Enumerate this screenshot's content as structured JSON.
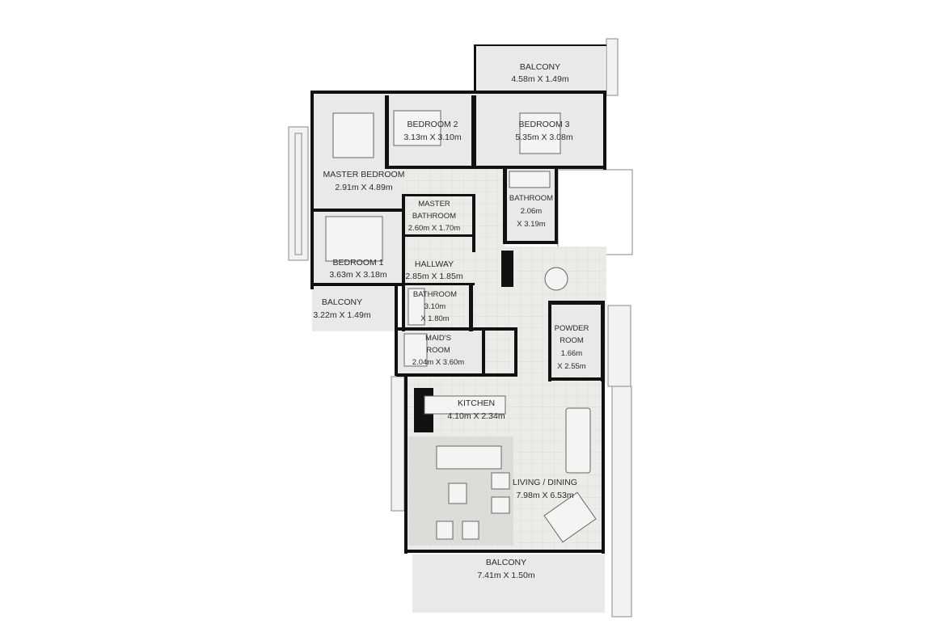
{
  "floor_plan": {
    "rooms": [
      {
        "id": "balcony-top",
        "name": "BALCONY",
        "size": "4.58m X 1.49m"
      },
      {
        "id": "bedroom-2",
        "name": "BEDROOM 2",
        "size": "3.13m X 3.10m"
      },
      {
        "id": "bedroom-3",
        "name": "BEDROOM 3",
        "size": "5.35m X 3.08m"
      },
      {
        "id": "master-bedroom",
        "name": "MASTER BEDROOM",
        "size": "2.91m X 4.89m"
      },
      {
        "id": "master-bathroom",
        "name": "MASTER",
        "name2": "BATHROOM",
        "size": "2.60m X 1.70m"
      },
      {
        "id": "bathroom-right",
        "name": "BATHROOM",
        "size": "2.06m",
        "size2": "X 3.19m"
      },
      {
        "id": "bedroom-1",
        "name": "BEDROOM 1",
        "size": "3.63m X 3.18m"
      },
      {
        "id": "hallway",
        "name": "HALLWAY",
        "size": "2.85m X 1.85m"
      },
      {
        "id": "balcony-left",
        "name": "BALCONY",
        "size": "3.22m X 1.49m"
      },
      {
        "id": "bathroom-mid",
        "name": "BATHROOM",
        "size": "3.10m",
        "size2": "X 1.80m"
      },
      {
        "id": "maids-room",
        "name": "MAID'S",
        "name2": "ROOM",
        "size": "2.04m X 3.60m"
      },
      {
        "id": "powder-room",
        "name": "POWDER",
        "name2": "ROOM",
        "size": "1.66m",
        "size2": "X 2.55m"
      },
      {
        "id": "kitchen",
        "name": "KITCHEN",
        "size": "4.10m X 2.34m"
      },
      {
        "id": "living-dining",
        "name": "LIVING / DINING",
        "size": "7.98m X 6.53m"
      },
      {
        "id": "balcony-bottom",
        "name": "BALCONY",
        "size": "7.41m X 1.50m"
      }
    ]
  }
}
